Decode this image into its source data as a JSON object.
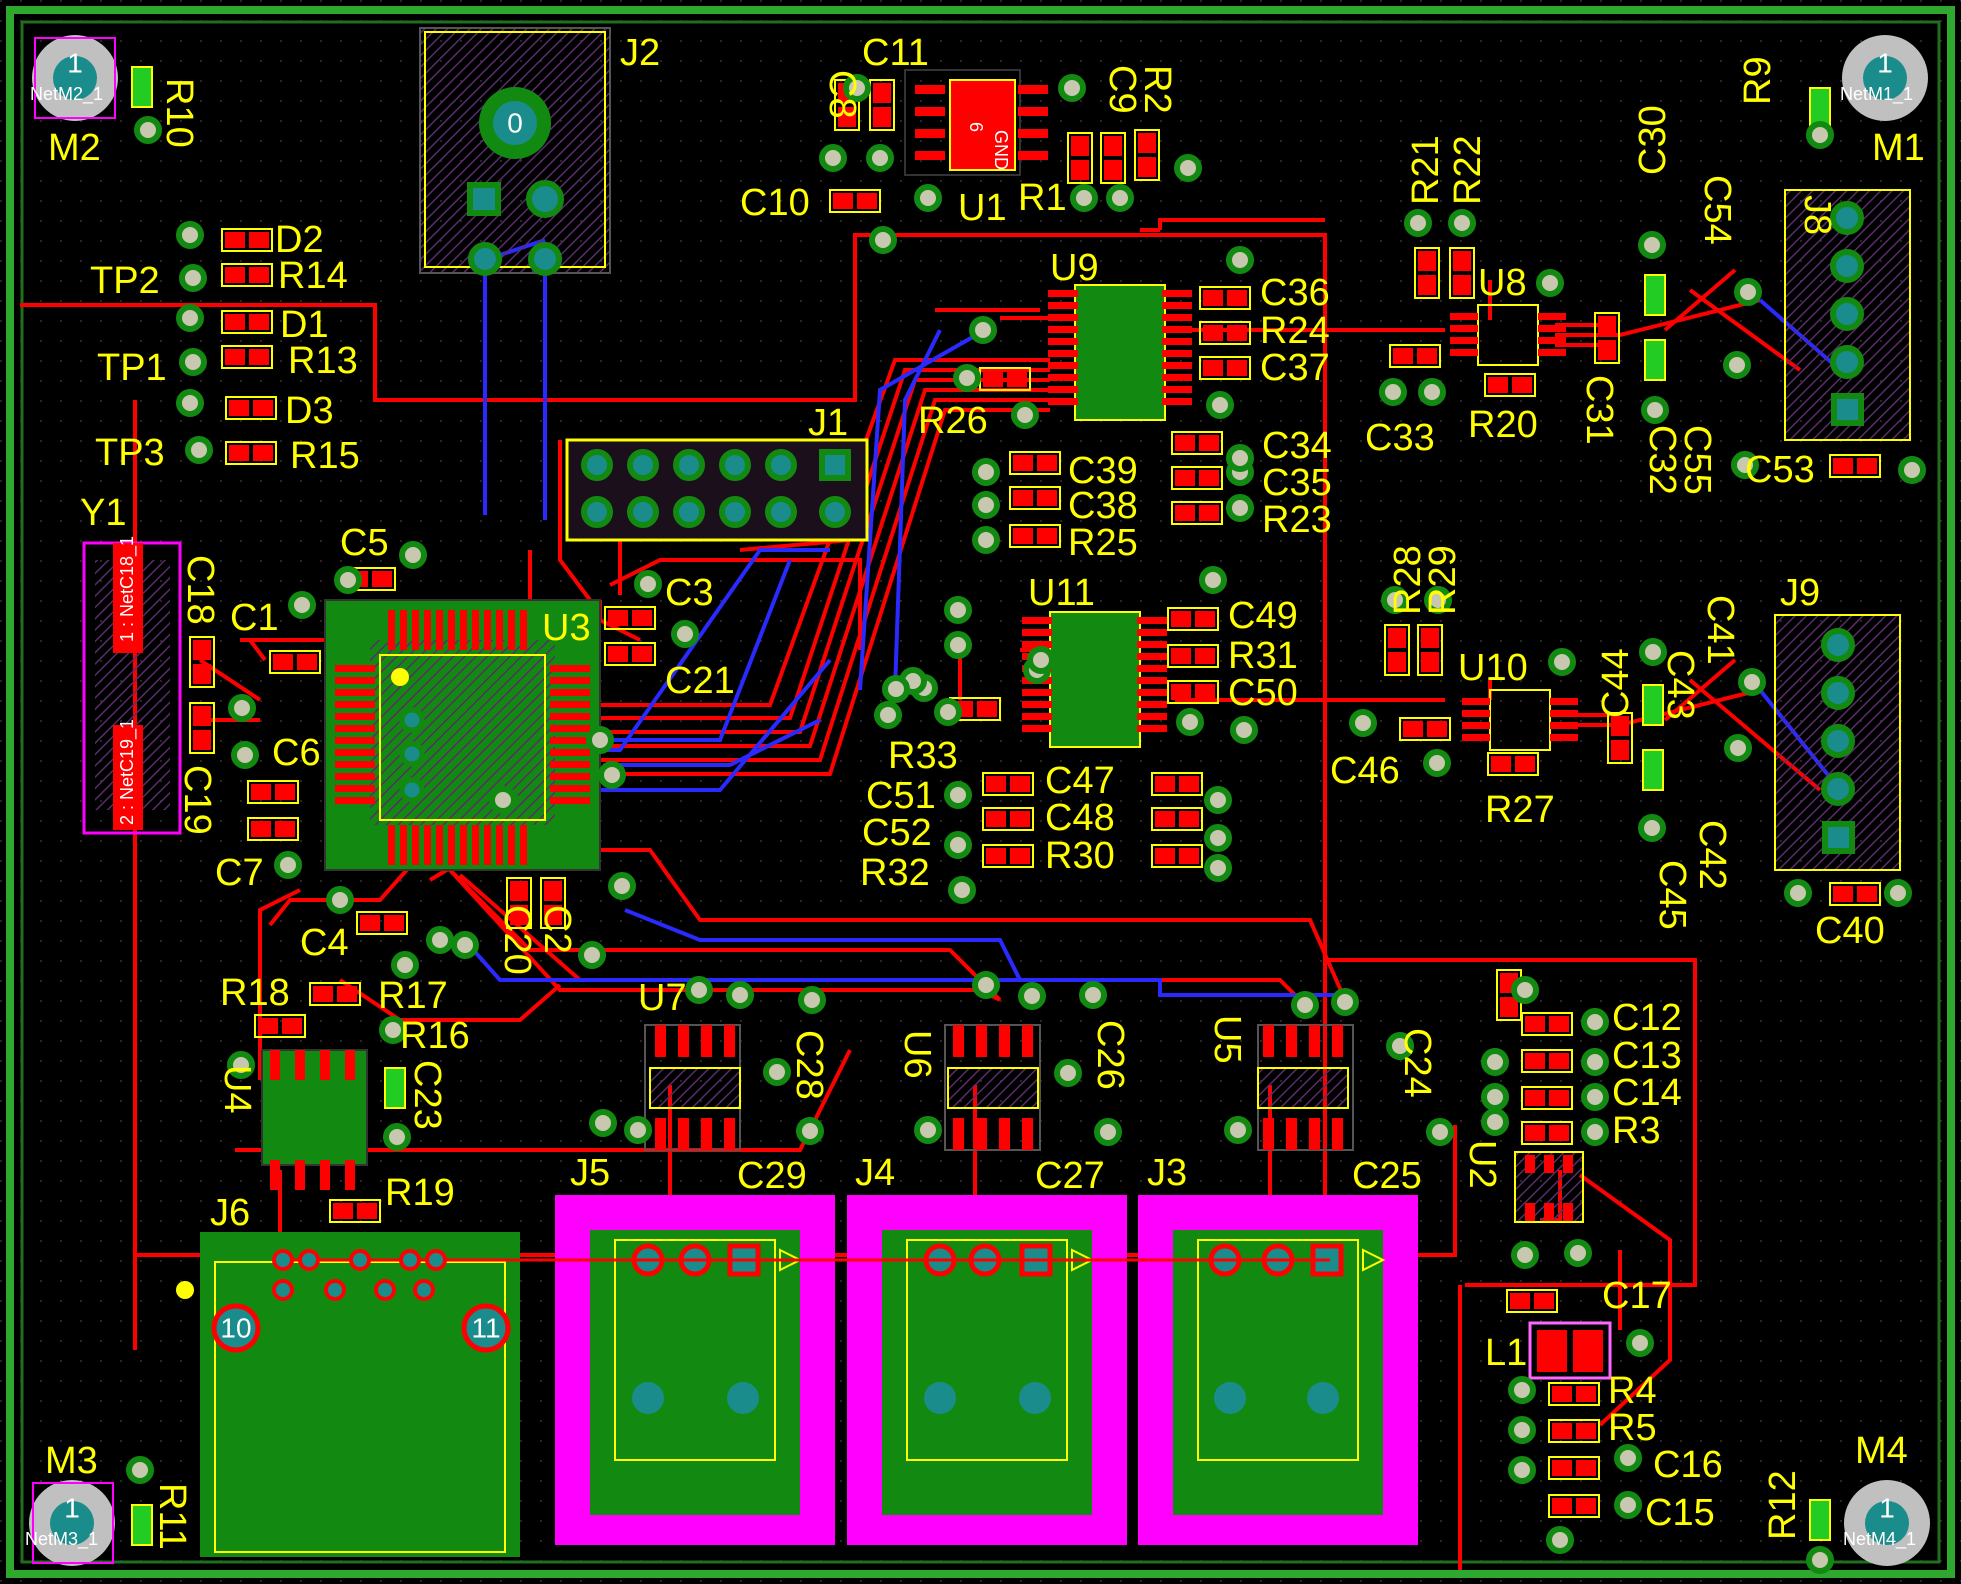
{
  "colors": {
    "background": "#000000",
    "board_edge": "#2fa82f",
    "top_copper": "#ff0000",
    "bottom_copper": "#0000ff",
    "silkscreen": "#ffff00",
    "pad_plating": "#1a8c8c",
    "component_body": "#993399",
    "highlight_magenta": "#ff00ff",
    "copper_pour": "#128a12"
  },
  "mounting_holes": [
    {
      "ref": "M2",
      "net": "NetM2_1",
      "pin": "1"
    },
    {
      "ref": "M1",
      "net": "NetM1_1",
      "pin": "1"
    },
    {
      "ref": "M3",
      "net": "NetM3_1",
      "pin": "1"
    },
    {
      "ref": "M4",
      "net": "NetM4_1",
      "pin": "1"
    }
  ],
  "crystal": {
    "ref": "Y1",
    "pin1": "1 : NetC18_1",
    "pin2": "2 : NetC19_1"
  },
  "connectors": {
    "J1": "J1",
    "J2": "J2",
    "J2_pad": "0",
    "J3": "J3",
    "J4": "J4",
    "J5": "J5",
    "J6": "J6",
    "J6_pad10": "10",
    "J6_pad11": "11",
    "J8": "J8",
    "J9": "J9"
  },
  "ics": {
    "U1": "U1",
    "U1_mark": "GND",
    "U1_mark2": "6",
    "U2": "U2",
    "U3": "U3",
    "U4": "U4",
    "U5": "U5",
    "U6": "U6",
    "U7": "U7",
    "U8": "U8",
    "U9": "U9",
    "U10": "U10",
    "U11": "U11"
  },
  "labels": {
    "R10": "R10",
    "R9": "R9",
    "R11": "R11",
    "R12": "R12",
    "D1": "D1",
    "D2": "D2",
    "D3": "D3",
    "TP1": "TP1",
    "TP2": "TP2",
    "TP3": "TP3",
    "R13": "R13",
    "R14": "R14",
    "R15": "R15",
    "C1": "C1",
    "C2": "C2",
    "C3": "C3",
    "C4": "C4",
    "C5": "C5",
    "C6": "C6",
    "C7": "C7",
    "C8": "C8",
    "C9": "C9",
    "C10": "C10",
    "C11": "C11",
    "C12": "C12",
    "C13": "C13",
    "C14": "C14",
    "C15": "C15",
    "C16": "C16",
    "C17": "C17",
    "C18": "C18",
    "C19": "C19",
    "C20": "C20",
    "C21": "C21",
    "C23": "C23",
    "C24": "C24",
    "C25": "C25",
    "C26": "C26",
    "C27": "C27",
    "C28": "C28",
    "C29": "C29",
    "C30": "C30",
    "C31": "C31",
    "C32": "C32",
    "C33": "C33",
    "C34": "C34",
    "C35": "C35",
    "C36": "C36",
    "C37": "C37",
    "C38": "C38",
    "C39": "C39",
    "C40": "C40",
    "C41": "C41",
    "C42": "C42",
    "C43": "C43",
    "C44": "C44",
    "C45": "C45",
    "C46": "C46",
    "C47": "C47",
    "C48": "C48",
    "C49": "C49",
    "C50": "C50",
    "C51": "C51",
    "C52": "C52",
    "C53": "C53",
    "C54": "C54",
    "C55": "C55",
    "R1": "R1",
    "R2": "R2",
    "R3": "R3",
    "R4": "R4",
    "R5": "R5",
    "R16": "R16",
    "R17": "R17",
    "R18": "R18",
    "R19": "R19",
    "R20": "R20",
    "R21": "R21",
    "R22": "R22",
    "R23": "R23",
    "R24": "R24",
    "R25": "R25",
    "R26": "R26",
    "R27": "R27",
    "R28": "R28",
    "R29": "R29",
    "R30": "R30",
    "R31": "R31",
    "R32": "R32",
    "R33": "R33",
    "L1": "L1"
  }
}
